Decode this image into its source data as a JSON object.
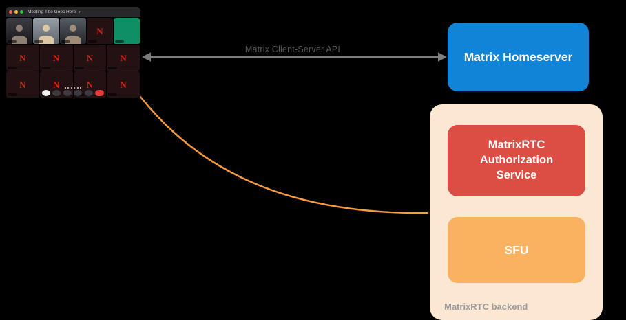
{
  "colors": {
    "background": "#000000",
    "homeserver_blue": "#1284d7",
    "auth_red": "#dc4e44",
    "sfu_orange": "#fab261",
    "backend_peach": "#fce8d2",
    "backend_label_gray": "#9b9b9b",
    "arrow_gray": "#7d7d7d",
    "arrow_label_gray": "#595959",
    "connector_orange": "#f79b3f",
    "avatar_letter_red": "#d6220f",
    "accent_tile_green": "#0e8f66"
  },
  "arrow": {
    "label": "Matrix Client-Server API"
  },
  "homeserver": {
    "label": "Matrix Homeserver"
  },
  "backend": {
    "title": "MatrixRTC backend",
    "auth_label": "MatrixRTC\nAuthorization\nService",
    "sfu_label": "SFU"
  },
  "call_window": {
    "title": "Meeting Title Goes Here",
    "avatar_initial": "N",
    "page_dot_count": 6,
    "rows": [
      [
        {
          "type": "video",
          "shade": "dark"
        },
        {
          "type": "video",
          "shade": "light"
        },
        {
          "type": "video",
          "shade": "mid"
        },
        {
          "type": "avatar"
        },
        {
          "type": "accent"
        }
      ],
      [
        {
          "type": "avatar"
        },
        {
          "type": "avatar"
        },
        {
          "type": "avatar"
        },
        {
          "type": "avatar"
        }
      ],
      [
        {
          "type": "avatar"
        },
        {
          "type": "avatar"
        },
        {
          "type": "avatar"
        },
        {
          "type": "avatar"
        }
      ]
    ],
    "controls": [
      "microphone",
      "camera",
      "screenshare",
      "chat",
      "settings",
      "leave"
    ]
  }
}
